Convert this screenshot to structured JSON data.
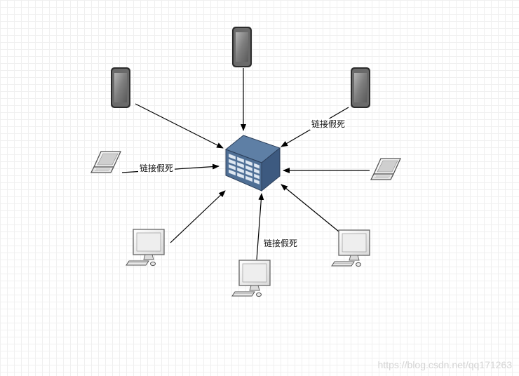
{
  "diagram": {
    "hub": {
      "icon": "server-rack-icon"
    },
    "clients": [
      {
        "id": "phone-top",
        "icon": "mobile-phone-icon"
      },
      {
        "id": "phone-upper-left",
        "icon": "mobile-phone-icon"
      },
      {
        "id": "phone-upper-right",
        "icon": "mobile-phone-icon"
      },
      {
        "id": "laptop-left",
        "icon": "laptop-icon"
      },
      {
        "id": "laptop-right",
        "icon": "laptop-icon"
      },
      {
        "id": "desktop-lower-left",
        "icon": "desktop-computer-icon"
      },
      {
        "id": "desktop-bottom",
        "icon": "desktop-computer-icon"
      },
      {
        "id": "desktop-lower-right",
        "icon": "desktop-computer-icon"
      }
    ],
    "edges": [
      {
        "from": "phone-top",
        "to": "hub",
        "label": ""
      },
      {
        "from": "phone-upper-left",
        "to": "hub",
        "label": ""
      },
      {
        "from": "phone-upper-right",
        "to": "hub",
        "label": "链接假死"
      },
      {
        "from": "laptop-left",
        "to": "hub",
        "label": "链接假死"
      },
      {
        "from": "laptop-right",
        "to": "hub",
        "label": ""
      },
      {
        "from": "desktop-lower-left",
        "to": "hub",
        "label": ""
      },
      {
        "from": "desktop-bottom",
        "to": "hub",
        "label": "链接假死"
      },
      {
        "from": "desktop-lower-right",
        "to": "hub",
        "label": ""
      }
    ]
  },
  "watermark": "https://blog.csdn.net/qq171263"
}
